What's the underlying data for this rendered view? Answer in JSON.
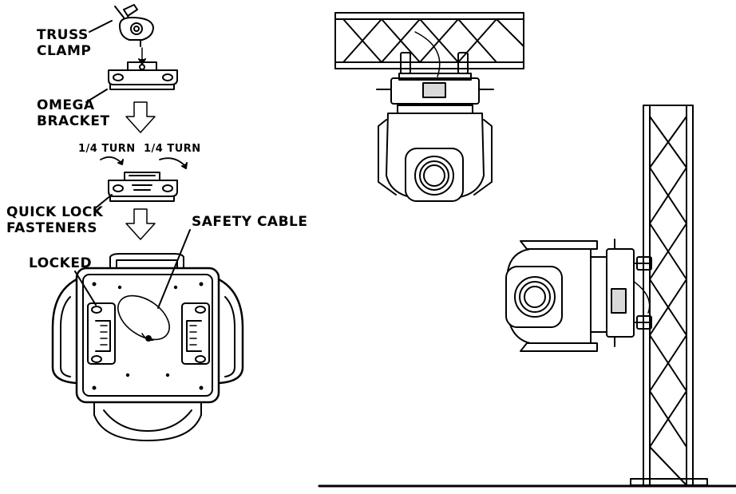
{
  "labels": {
    "truss_clamp_line1": "TRUSS",
    "truss_clamp_line2": "CLAMP",
    "omega_bracket_line1": "OMEGA",
    "omega_bracket_line2": "BRACKET",
    "quarter_turn_left": "1/4 TURN",
    "quarter_turn_right": "1/4 TURN",
    "quick_lock_line1": "QUICK LOCK",
    "quick_lock_line2": "FASTENERS",
    "locked": "LOCKED",
    "safety_cable": "SAFETY CABLE"
  },
  "colors": {
    "ink": "#000000",
    "paper": "#ffffff",
    "screen": "#d9d9d9"
  }
}
